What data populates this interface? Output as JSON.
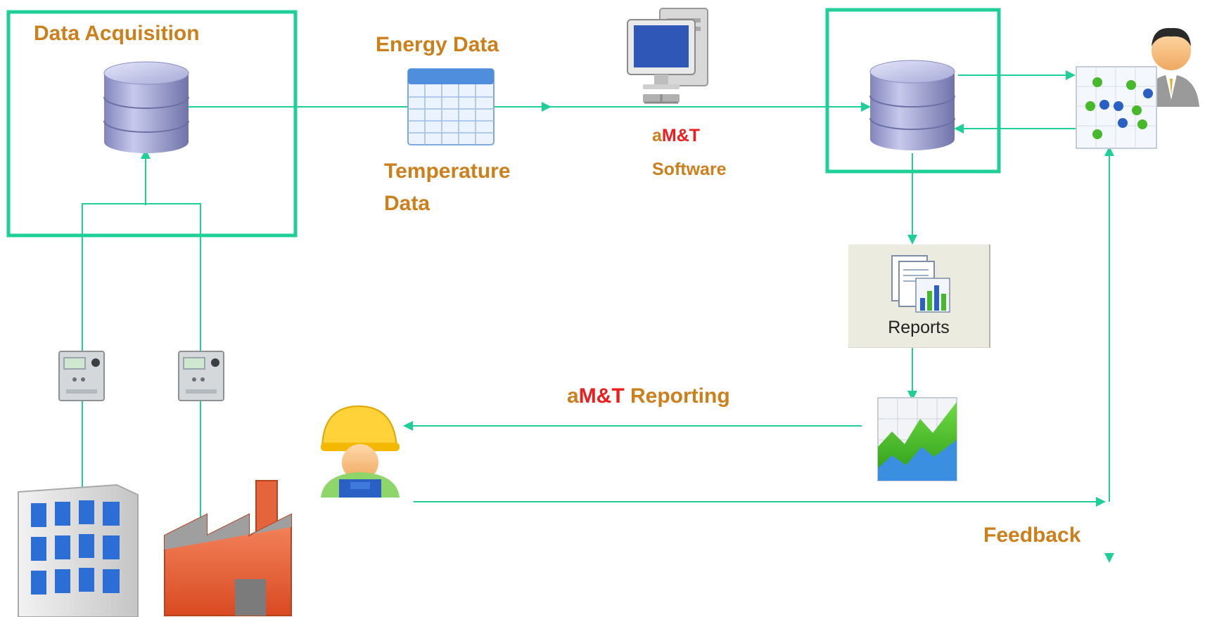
{
  "labels": {
    "data_acquisition": "Data Acquisition",
    "energy_data": "Energy Data",
    "temperature_line1": "Temperature",
    "temperature_line2": "Data",
    "software_prefix": "a",
    "software_brand": "M&T",
    "software_line2": "Software",
    "reports": "Reports",
    "reporting_prefix": "a",
    "reporting_brand": "M&T",
    "reporting_suffix": " Reporting",
    "feedback": "Feedback"
  },
  "colors": {
    "connector": "#1fcf98",
    "box_border": "#1fcf98",
    "label_text": "#cc7f1a",
    "brand_text": "#ef1c1c",
    "cylinder": "#a3a6d3",
    "building": "#2b6fd6",
    "factory": "#e8633a"
  },
  "icons": [
    "database-icon",
    "table-icon",
    "computer-icon",
    "manager-icon",
    "scatter-chart-icon",
    "reports-icon",
    "area-chart-icon",
    "worker-icon",
    "meter-icon",
    "building-icon",
    "factory-icon"
  ]
}
